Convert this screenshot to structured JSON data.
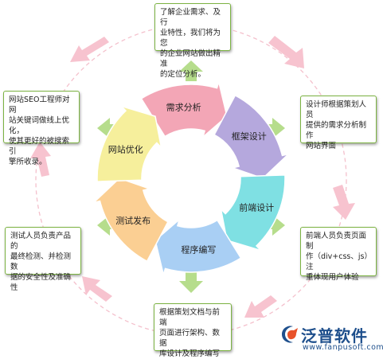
{
  "segments": [
    {
      "label": "需求分析",
      "color": "#f3a6b6"
    },
    {
      "label": "框架设计",
      "color": "#b5a8dd"
    },
    {
      "label": "前端设计",
      "color": "#7fe0e3"
    },
    {
      "label": "程序编写",
      "color": "#a9cff4"
    },
    {
      "label": "测试发布",
      "color": "#fbcf93"
    },
    {
      "label": "网站优化",
      "color": "#f6ef9c"
    }
  ],
  "boxes": {
    "top": "了解企业需求、及行\n业特性，我们将为您\n的企业网站做出精准\n的定位分析。",
    "right": "设计师根据策划人员\n提供的需求分析制作\n网站界面",
    "bottom_right": "前端人员负责页面制\n作（div+css、js）注\n重体现用户体验",
    "bottom": "根据策划文档与前端\n页面进行架构、数据\n库设计及程序编写",
    "bottom_left": "测试人员负责产品的\n最终检测、并检测数\n据的安全性及准确性",
    "left": "网站SEO工程师对网\n站关键词做线上优化，\n使其更好的被搜索引\n擎所收录。"
  },
  "logo": {
    "name": "泛普软件",
    "url": "www.fanpusoft.com"
  },
  "colors": {
    "box_border": "#7cb342",
    "connector_green": "#b6dd8c",
    "outer_ring_pink": "#f7c3cf",
    "logo_blue": "#1e4f8c"
  }
}
